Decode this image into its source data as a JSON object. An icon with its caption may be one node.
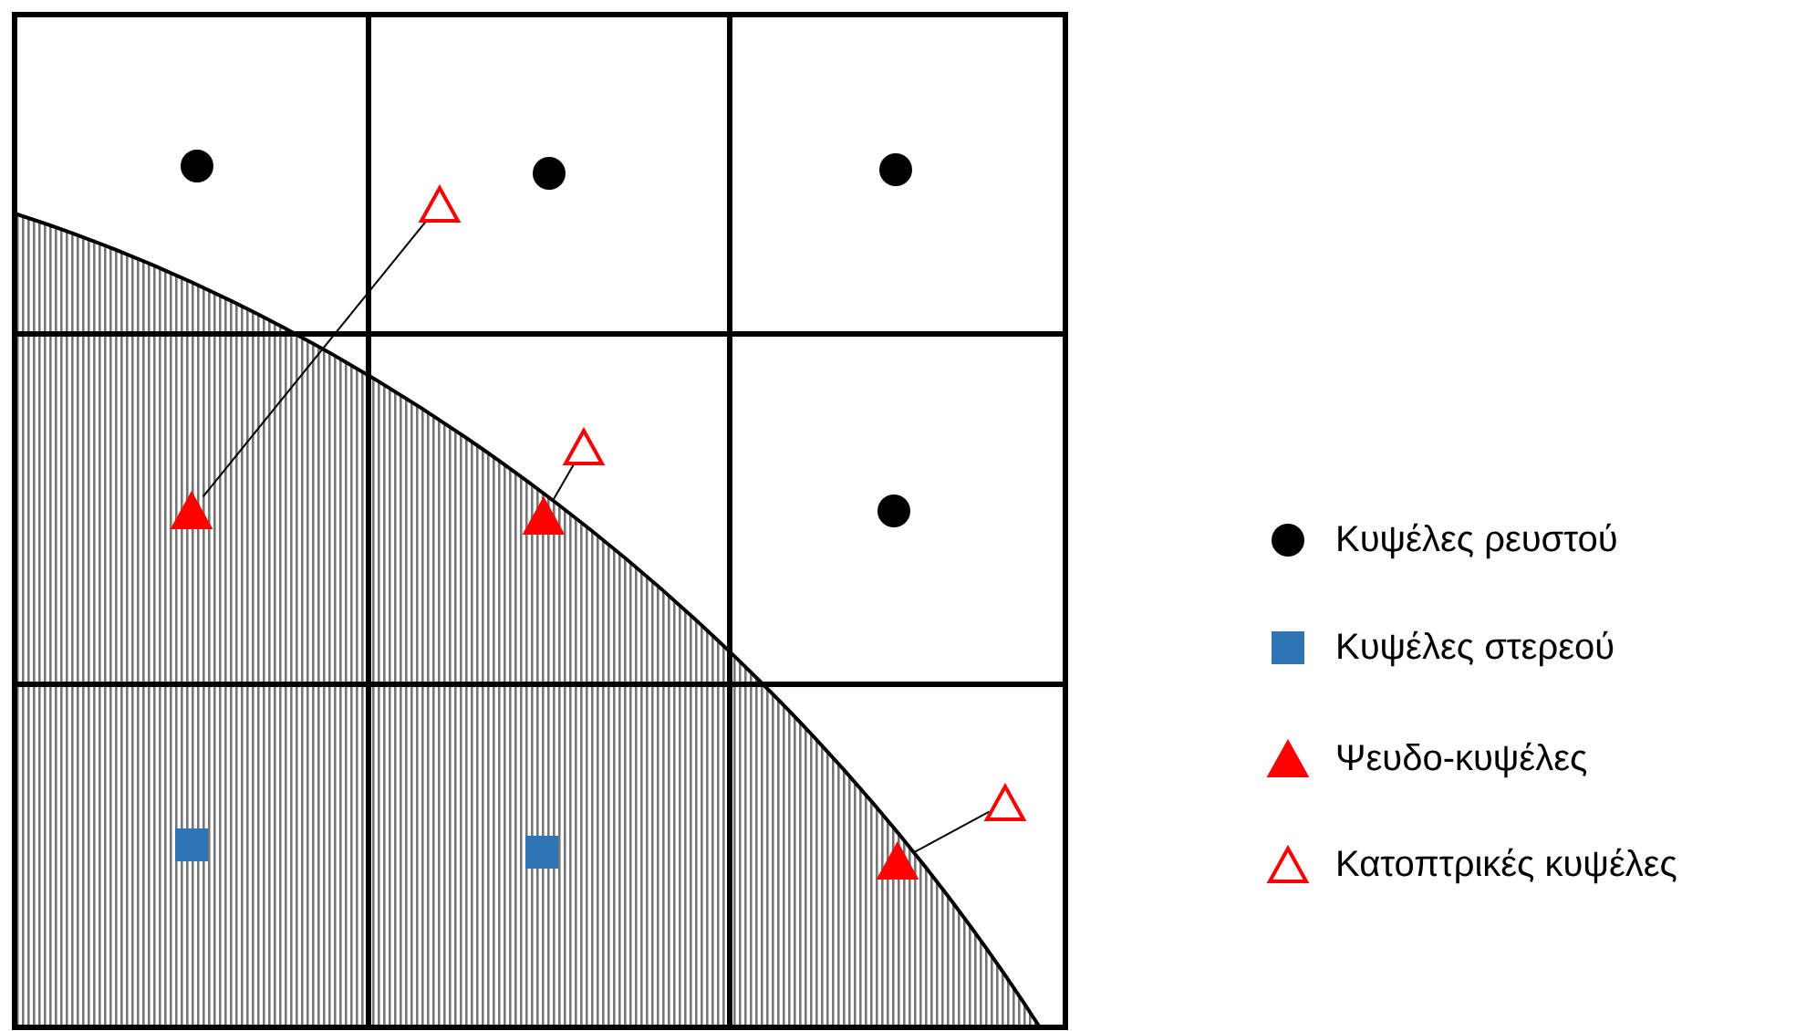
{
  "diagram": {
    "nodes": [
      {
        "text": [],
        "shape": "triangle"
      },
      {
        "text": [],
        "shape": "triangle"
      },
      {
        "text": [],
        "shape": "triangle"
      },
      {
        "text": [],
        "shape": "triangle"
      },
      {
        "text": [],
        "shape": "triangle"
      },
      {
        "text": [],
        "shape": "triangle"
      }
    ],
    "edges": [
      {
        "from": 2,
        "to": 0,
        "arrow": "none"
      },
      {
        "from": 3,
        "to": 1,
        "arrow": "none"
      },
      {
        "from": 5,
        "to": 4,
        "arrow": "none"
      }
    ],
    "legend": [
      {
        "text": "Κυψέλες ρευστού"
      },
      {
        "text": "Κυψέλες στερεού"
      },
      {
        "text": "Ψευδο-κυψέλες"
      },
      {
        "text": "Κατοπτρικές κυψέλες"
      }
    ]
  }
}
